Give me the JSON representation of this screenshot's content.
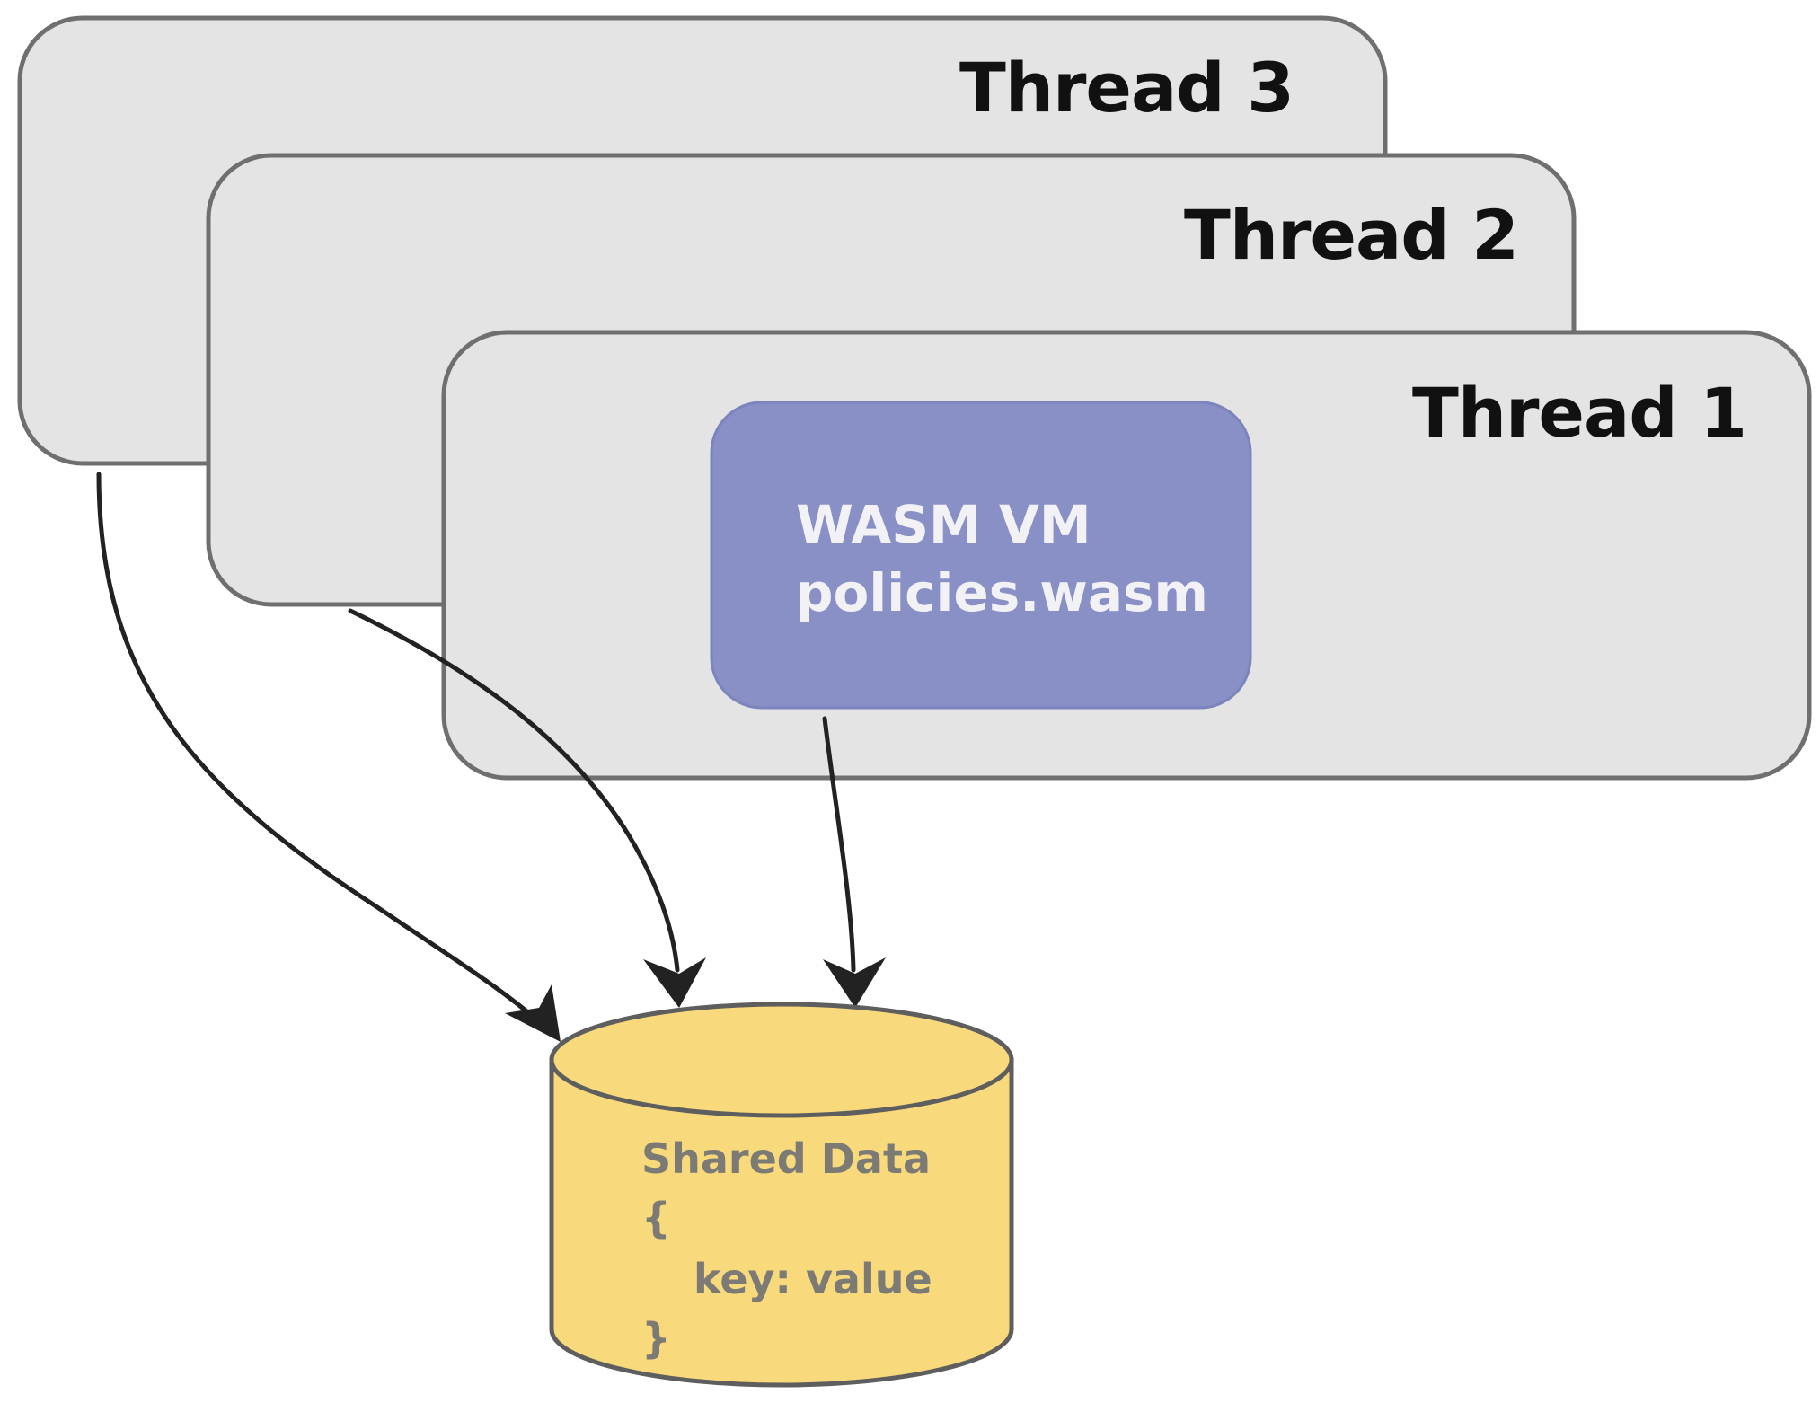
{
  "threads": [
    {
      "title": "Thread 3"
    },
    {
      "title": "Thread 2"
    },
    {
      "title": "Thread 1"
    }
  ],
  "vm": {
    "line1": "WASM VM",
    "line2": "policies.wasm"
  },
  "storage": {
    "title": "Shared Data",
    "open_brace": "{",
    "entry": "key: value",
    "close_brace": "}"
  },
  "colors": {
    "thread_fill": "#e4e4e4",
    "vm_fill": "#8890c6",
    "storage_fill": "#f8d97c"
  }
}
